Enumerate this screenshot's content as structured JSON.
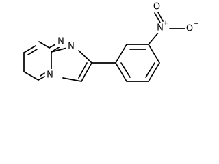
{
  "molecule": {
    "atom_labels": {
      "n1": "N",
      "n2": "N",
      "n3": "N",
      "n_nitro": "N",
      "o1": "O",
      "o2": "O",
      "plus": "+",
      "minus": "−"
    },
    "colors": {
      "bond": "#000000",
      "background": "#ffffff"
    }
  }
}
